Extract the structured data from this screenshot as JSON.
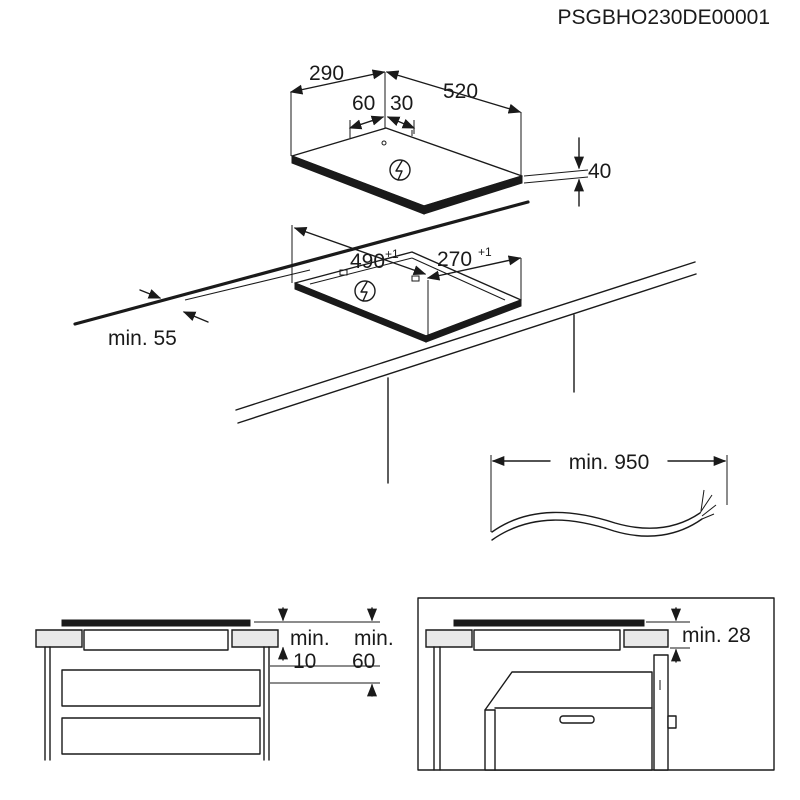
{
  "document_code": "PSGBHO230DE00001",
  "hob": {
    "depth": "290",
    "width": "520",
    "offset_a": "60",
    "offset_b": "30",
    "height": "40"
  },
  "cutout": {
    "width": "490",
    "width_tol": "+1",
    "depth": "270",
    "depth_tol": "+1"
  },
  "worktop": {
    "min_edge": "min. 55"
  },
  "cable": {
    "min_length": "min. 950"
  },
  "section_left": {
    "min_label_1": "min.",
    "value_1": "10",
    "min_label_2": "min.",
    "value_2": "60"
  },
  "section_right": {
    "min_label": "min. 28"
  },
  "colors": {
    "line": "#1a1a1a",
    "background": "#ffffff"
  },
  "icons": [
    "electric-hazard-icon"
  ]
}
